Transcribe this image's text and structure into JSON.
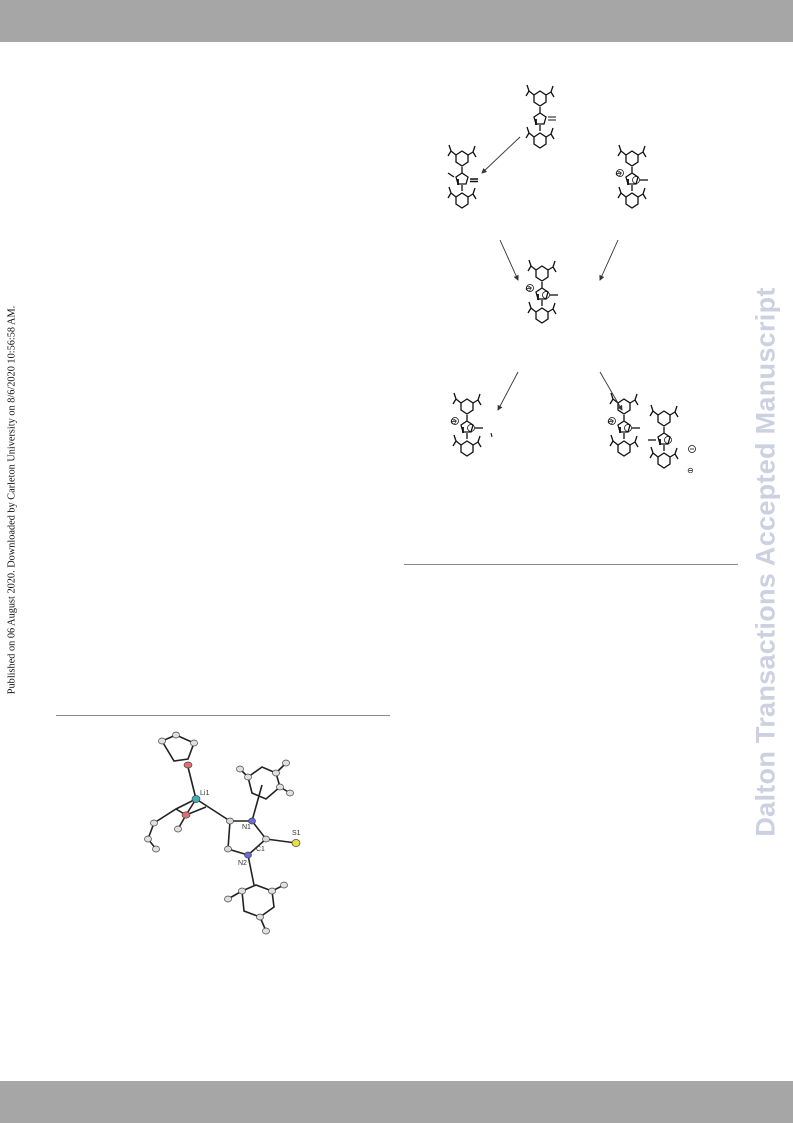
{
  "header": {
    "bar_color": "#a6a6a6"
  },
  "footer": {
    "bar_color": "#a6a6a6"
  },
  "side_note": {
    "published_text": "Published on 06 August 2020. Downloaded by Carleton University on 8/6/2020 10:56:58 AM."
  },
  "watermark": {
    "text": "Dalton Transactions Accepted Manuscript",
    "color": "#cdd0e0"
  },
  "scheme": {
    "charge_labels": {
      "minus": "⊖",
      "plus": "⊕"
    }
  },
  "crystal_structure": {
    "atom_labels": {
      "li1": "Li1",
      "n1": "N1",
      "n2": "N2",
      "c1": "C1",
      "s1": "S1"
    },
    "colors": {
      "lithium": "#3ab0b8",
      "oxygen": "#e07070",
      "sulfur": "#e8e040",
      "nitrogen": "#6a6ad8"
    }
  }
}
